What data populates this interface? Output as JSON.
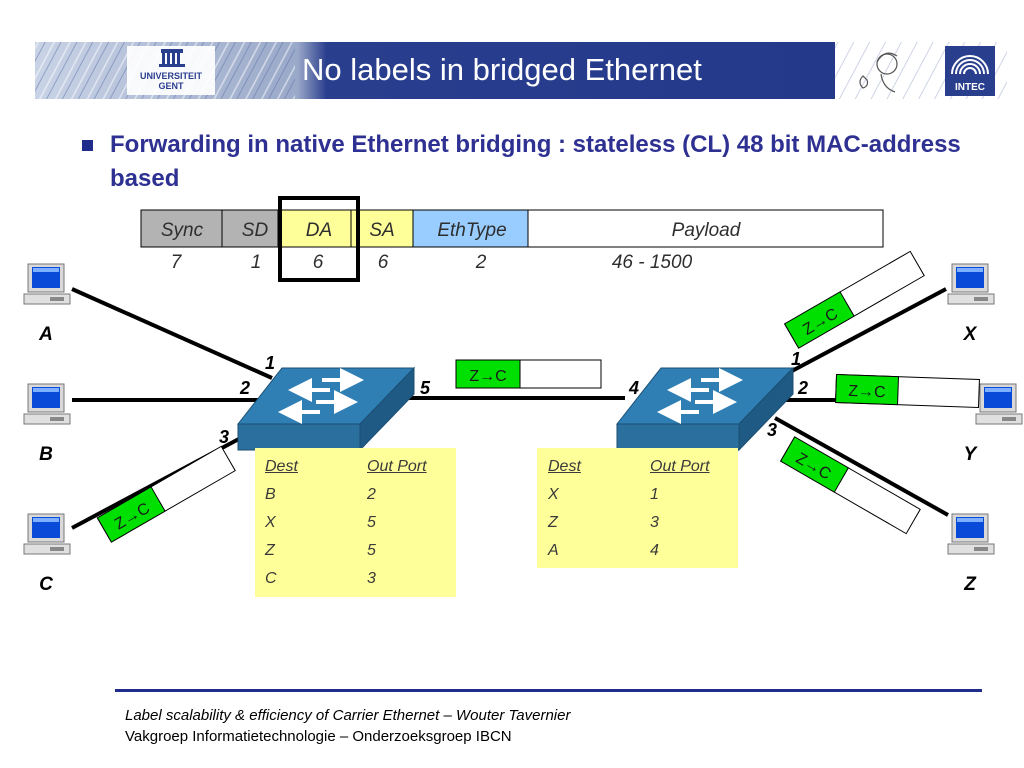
{
  "header": {
    "title": "No labels in bridged Ethernet",
    "left_logo_text": [
      "UNIVERSITEIT",
      "GENT"
    ],
    "right_logo_text": "INTEC"
  },
  "bullet": {
    "text": "Forwarding in native Ethernet bridging : stateless (CL) 48 bit MAC-address based"
  },
  "frame": {
    "fields": [
      {
        "label": "Sync",
        "size": "7",
        "color": "#b3b3b3"
      },
      {
        "label": "SD",
        "size": "1",
        "color": "#b3b3b3"
      },
      {
        "label": "DA",
        "size": "6",
        "color": "#ffff99"
      },
      {
        "label": "SA",
        "size": "6",
        "color": "#ffff99"
      },
      {
        "label": "EthType",
        "size": "2",
        "color": "#99ccff"
      },
      {
        "label": "Payload",
        "size": "46 - 1500",
        "color": "#ffffff"
      }
    ],
    "highlighted_field": "DA"
  },
  "hosts": [
    "A",
    "B",
    "C",
    "X",
    "Y",
    "Z"
  ],
  "switch1": {
    "ports": [
      "1",
      "2",
      "3",
      "5"
    ],
    "table": {
      "headers": [
        "Dest",
        "Out Port"
      ],
      "rows": [
        [
          "B",
          "2"
        ],
        [
          "X",
          "5"
        ],
        [
          "Z",
          "5"
        ],
        [
          "C",
          "3"
        ]
      ]
    }
  },
  "switch2": {
    "ports": [
      "1",
      "2",
      "3",
      "4"
    ],
    "table": {
      "headers": [
        "Dest",
        "Out Port"
      ],
      "rows": [
        [
          "X",
          "1"
        ],
        [
          "Z",
          "3"
        ],
        [
          "A",
          "4"
        ]
      ]
    }
  },
  "frame_tag": "Z→C",
  "colors": {
    "title_text": "#ffffff",
    "bullet_text": "#2e3192",
    "switch": "#2b6f9e",
    "tag_green": "#00e000",
    "table_bg": "#ffff99",
    "footer_rule": "#1f2c8c"
  },
  "footer": {
    "line1": "Label scalability & efficiency of Carrier Ethernet  – Wouter Tavernier",
    "line2": "Vakgroep Informatietechnologie – Onderzoeksgroep IBCN"
  }
}
